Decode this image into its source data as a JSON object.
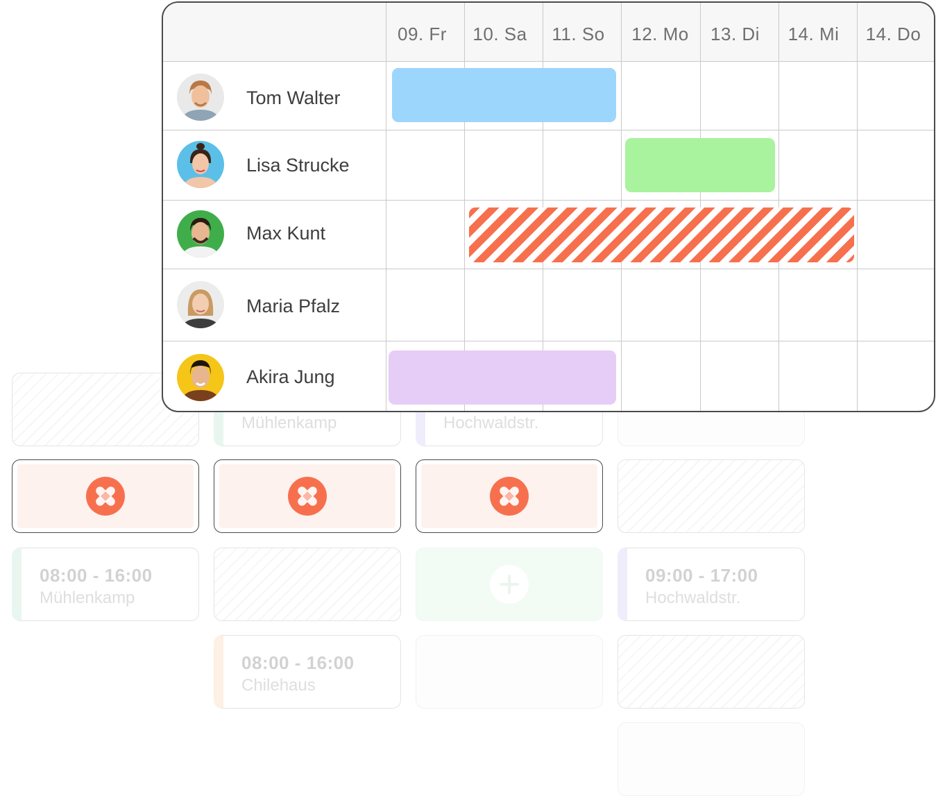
{
  "background_cards": {
    "col1_row3": {
      "time": "08:00 - 16:00",
      "location": "Mühlenkamp"
    },
    "col2_row1": {
      "location": "Mühlenkamp"
    },
    "col3_row1": {
      "location": "Hochwaldstr."
    },
    "col4_row3": {
      "time": "09:00 - 17:00",
      "location": "Hochwaldstr."
    },
    "col2_row4": {
      "time": "08:00 - 16:00",
      "location": "Chilehaus"
    },
    "sick_icon": "bandage-icon",
    "add_icon": "plus-icon"
  },
  "timeline": {
    "days": [
      "09. Fr",
      "10. Sa",
      "11. So",
      "12. Mo",
      "13. Di",
      "14. Mi",
      "14. Do"
    ],
    "employees": [
      {
        "name": "Tom Walter",
        "avatar_color": "#e9e9e9"
      },
      {
        "name": "Lisa Strucke",
        "avatar_color": "#5bbfe8"
      },
      {
        "name": "Max Kunt",
        "avatar_color": "#3fae4a"
      },
      {
        "name": "Maria Pfalz",
        "avatar_color": "#ececec"
      },
      {
        "name": "Akira Jung",
        "avatar_color": "#f5c518"
      }
    ],
    "absences": [
      {
        "employee": "Tom Walter",
        "start": "09. Fr",
        "end": "11. So",
        "color": "#9dd6fc",
        "style": "solid"
      },
      {
        "employee": "Lisa Strucke",
        "start": "12. Mo",
        "end": "13. Di",
        "color": "#a9f29e",
        "style": "solid"
      },
      {
        "employee": "Max Kunt",
        "start": "10. Sa",
        "end": "14. Mi",
        "color": "#f7704e",
        "style": "hatched"
      },
      {
        "employee": "Akira Jung",
        "start": "09. Fr",
        "end": "11. So",
        "color": "#e6cdf7",
        "style": "solid"
      }
    ]
  }
}
